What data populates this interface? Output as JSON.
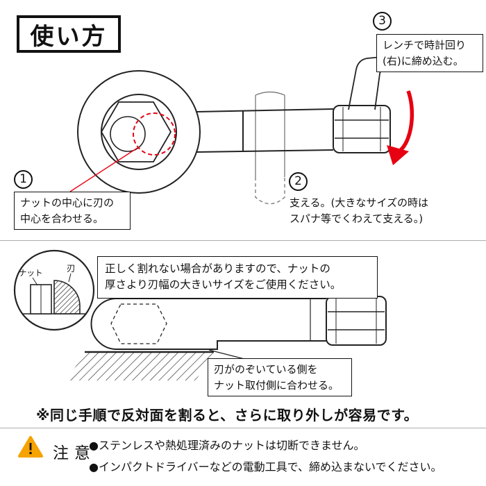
{
  "title": "使い方",
  "steps": {
    "s1": {
      "num": "1",
      "text": "ナットの中心に刃の\n中心を合わせる。"
    },
    "s2": {
      "num": "2",
      "text": "支える。(大きなサイズの時は\nスパナ等でくわえて支える。)"
    },
    "s3": {
      "num": "3",
      "text": "レンチで時計回り\n(右)に締め込む。"
    }
  },
  "detail": {
    "nut_label": "ナット",
    "blade_label": "刃",
    "size_note": "正しく割れない場合がありますので、ナットの\n厚さより刃幅の大きいサイズをご使用ください。",
    "blade_side_note": "刃がのぞいている側を\nナット取付側に合わせる。",
    "reverse_note": "※同じ手順で反対面を割ると、さらに取り外しが容易です。"
  },
  "caution": {
    "label": "注意",
    "items": [
      "●ステンレスや熱処理済みのナットは切断できません。",
      "●インパクトドライバーなどの電動工具で、締め込まないでください。"
    ]
  },
  "colors": {
    "accent_red": "#e60012",
    "warning_orange": "#f6a200",
    "line_black": "#1a1a1a"
  }
}
